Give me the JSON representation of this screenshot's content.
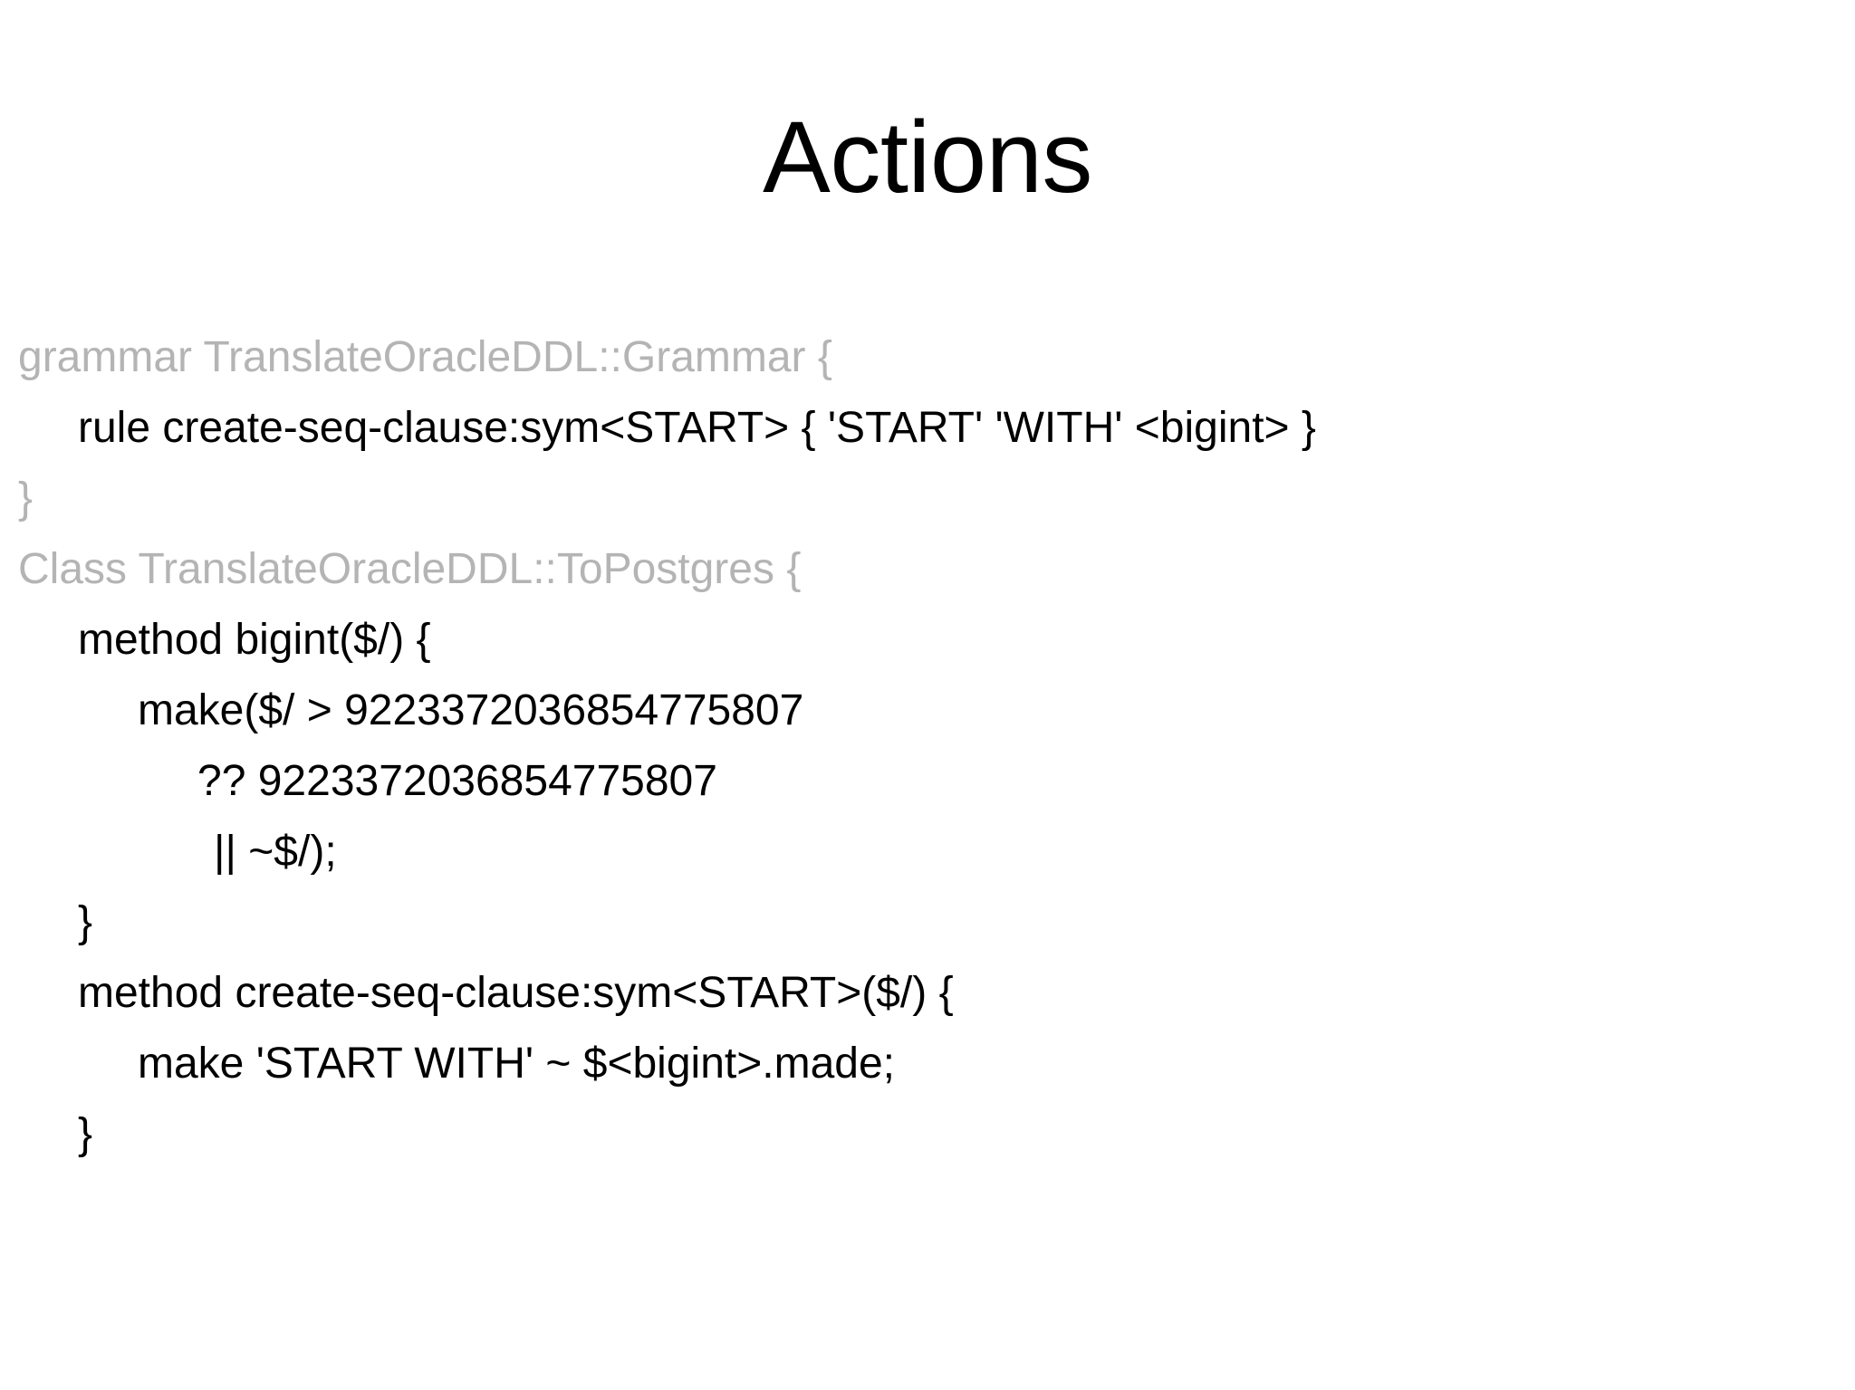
{
  "slide": {
    "title": "Actions",
    "background_color": "#ffffff",
    "code_color": "#000000",
    "dim_color": "#b4b4b4",
    "code_lines": [
      {
        "text": "grammar TranslateOracleDDL::Grammar {",
        "indent": 0,
        "tone": "dim"
      },
      {
        "text": "rule create-seq-clause:sym<START> { 'START' 'WITH' <bigint> }",
        "indent": 1,
        "tone": "main"
      },
      {
        "text": "}",
        "indent": 0,
        "tone": "dim"
      },
      {
        "text": "Class TranslateOracleDDL::ToPostgres {",
        "indent": 0,
        "tone": "dim"
      },
      {
        "text": "method bigint($/) {",
        "indent": 1,
        "tone": "main"
      },
      {
        "text": "make($/ > 9223372036854775807",
        "indent": 2,
        "tone": "main"
      },
      {
        "text": "?? 9223372036854775807",
        "indent": 3,
        "tone": "main"
      },
      {
        "text": "|| ~$/);",
        "indent": 4,
        "tone": "main"
      },
      {
        "text": "}",
        "indent": 1,
        "tone": "main"
      },
      {
        "text": "method create-seq-clause:sym<START>($/) {",
        "indent": 1,
        "tone": "main"
      },
      {
        "text": "make 'START WITH' ~ $<bigint>.made;",
        "indent": 2,
        "tone": "main"
      },
      {
        "text": "}",
        "indent": 1,
        "tone": "main"
      }
    ]
  }
}
